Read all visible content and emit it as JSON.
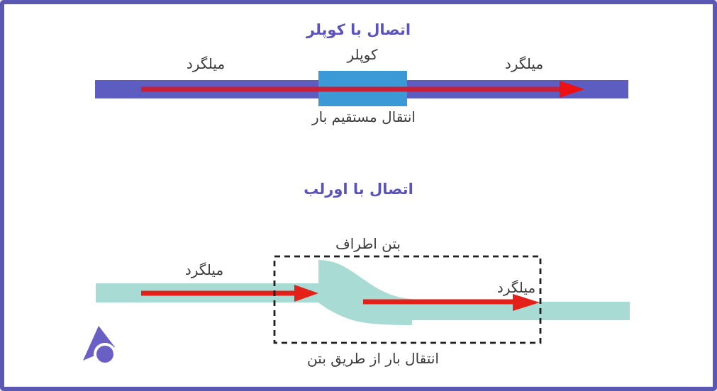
{
  "coupler_section": {
    "title": "اتصال با کوپلر",
    "label_rebar_left": "میلگرد",
    "label_coupler": "کوپلر",
    "label_rebar_right": "میلگرد",
    "caption": "انتقال مستقیم بار"
  },
  "overlap_section": {
    "title": "اتصال با اورلب",
    "label_rebar_left": "میلگرد",
    "label_concrete": "بتن اطراف",
    "label_rebar_right": "میلگرد",
    "caption": "انتقال بار از طریق بتن"
  },
  "colors": {
    "frame_purple": "#5b57b5",
    "rebar_purple": "#5d5cc1",
    "coupler_blue": "#3b9ad6",
    "rebar_teal": "#a8dbd4",
    "arrow_red": "#e32118",
    "arrow_line_on_purple": "#c92038",
    "arrow_head_bright": "#ee1111",
    "dash_black": "#1f1f1f",
    "logo_purple": "#6a5fc5",
    "title_purple": "#5a53be",
    "label_dark": "#3c3c3c"
  }
}
